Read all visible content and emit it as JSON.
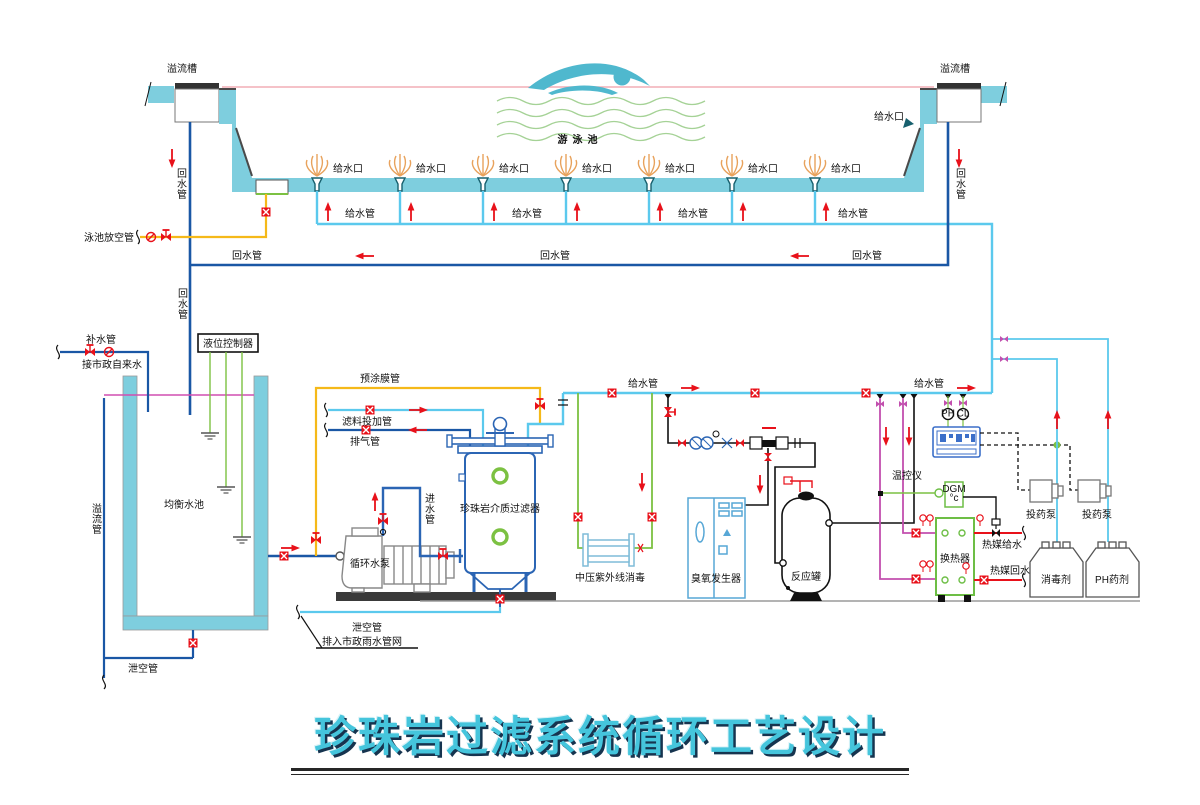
{
  "title": {
    "text": "珍珠岩过滤系统循环工艺设计"
  },
  "pool": {
    "name": "游泳池",
    "overflow_trough": "溢流槽",
    "water_inlet": "给水口",
    "supply_pipe": "给水管",
    "return_pipe": "回水管",
    "drain_pipe": "泳池放空管"
  },
  "balance_tank": {
    "name": "均衡水池",
    "level_controller": "液位控制器",
    "makeup_pipe": "补水管",
    "municipal": "接市政自来水",
    "overflow_pipe": "溢流管",
    "drain_pipe": "泄空管"
  },
  "filtration": {
    "pump": "循环水泵",
    "filter": "珍珠岩介质过滤器",
    "precoat_pipe": "预涂膜管",
    "media_pipe": "滤料投加管",
    "vent_pipe": "排气管",
    "inlet_pipe": "进水管",
    "drain_pipe": "泄空管",
    "sewer": "排入市政雨水管网"
  },
  "disinfection": {
    "uv": "中压紫外线消毒",
    "ozone": "臭氧发生器",
    "reactor": "反应罐"
  },
  "heating": {
    "thermostat": "温控仪",
    "display": "DGM",
    "unit": "°c",
    "exchanger": "换热器",
    "supply": "热媒给水",
    "return": "热媒回水"
  },
  "dosing": {
    "ph": "PH",
    "cl": "CL",
    "pump": "投药泵",
    "disinfectant": "消毒剂",
    "ph_chemical": "PH药剂"
  },
  "colors": {
    "pool_cyan": "#7ECEDE",
    "supply_pipe": "#5BC9ED",
    "return_pipe": "#1A57A5",
    "yellow_pipe": "#F5B919",
    "green_line": "#7CC142",
    "magenta_pipe": "#C24FAE",
    "red": "#E8111A",
    "equipment_blue": "#2B65B4",
    "title_cyan": "#45C5DC",
    "waterline_pink": "#F2AEB6"
  }
}
